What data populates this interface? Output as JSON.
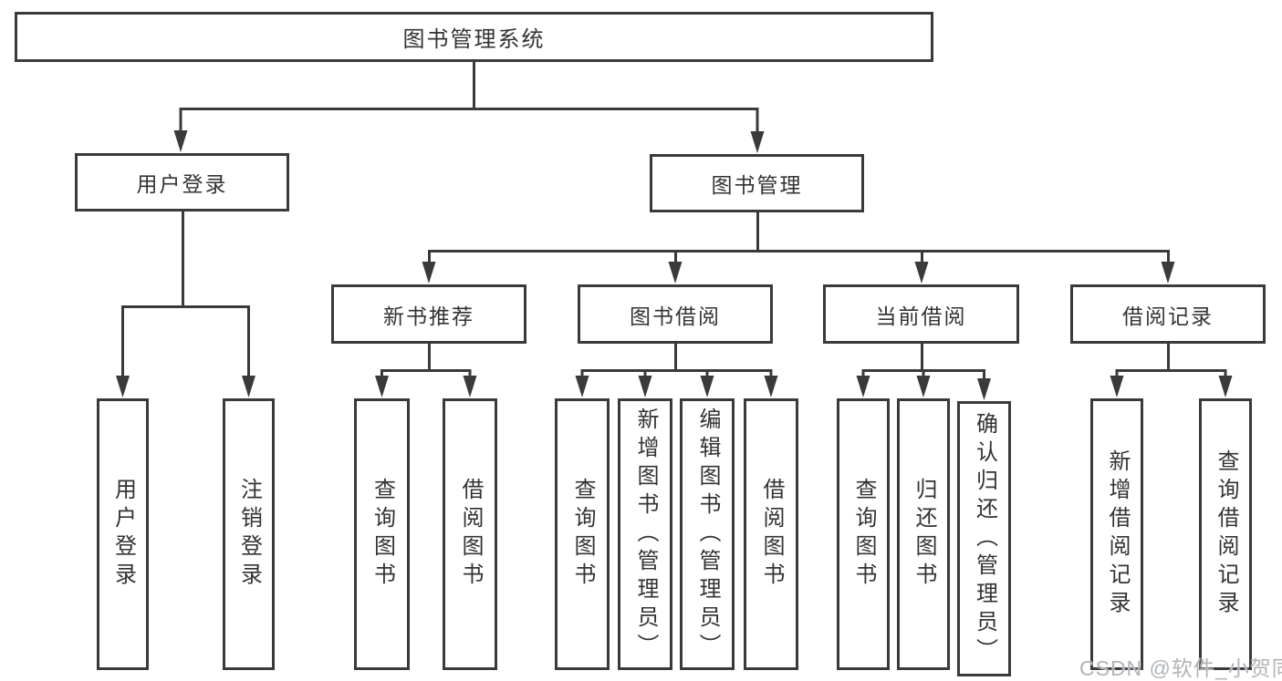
{
  "diagram": {
    "root": {
      "label": "图书管理系统"
    },
    "branches": {
      "user_login": {
        "label": "用户登录"
      },
      "book_mgmt": {
        "label": "图书管理"
      }
    },
    "modules": {
      "new_book": {
        "label": "新书推荐"
      },
      "book_borrow": {
        "label": "图书借阅"
      },
      "current_borrow": {
        "label": "当前借阅"
      },
      "borrow_record": {
        "label": "借阅记录"
      }
    },
    "leaves": {
      "user_login": [
        "用户登录",
        "注销登录"
      ],
      "new_book": [
        "查询图书",
        "借阅图书"
      ],
      "book_borrow": [
        "查询图书",
        "新增图书（管理员）",
        "编辑图书（管理员）",
        "借阅图书"
      ],
      "current_borrow": [
        "查询图书",
        "归还图书",
        "确认归还（管理员）"
      ],
      "borrow_record": [
        "新增借阅记录",
        "查询借阅记录"
      ]
    }
  },
  "watermark": "CSDN @软件_小贺同学",
  "colors": {
    "line": "#3a3a3c",
    "text": "#333336",
    "watermark": "#b0b4b8"
  }
}
